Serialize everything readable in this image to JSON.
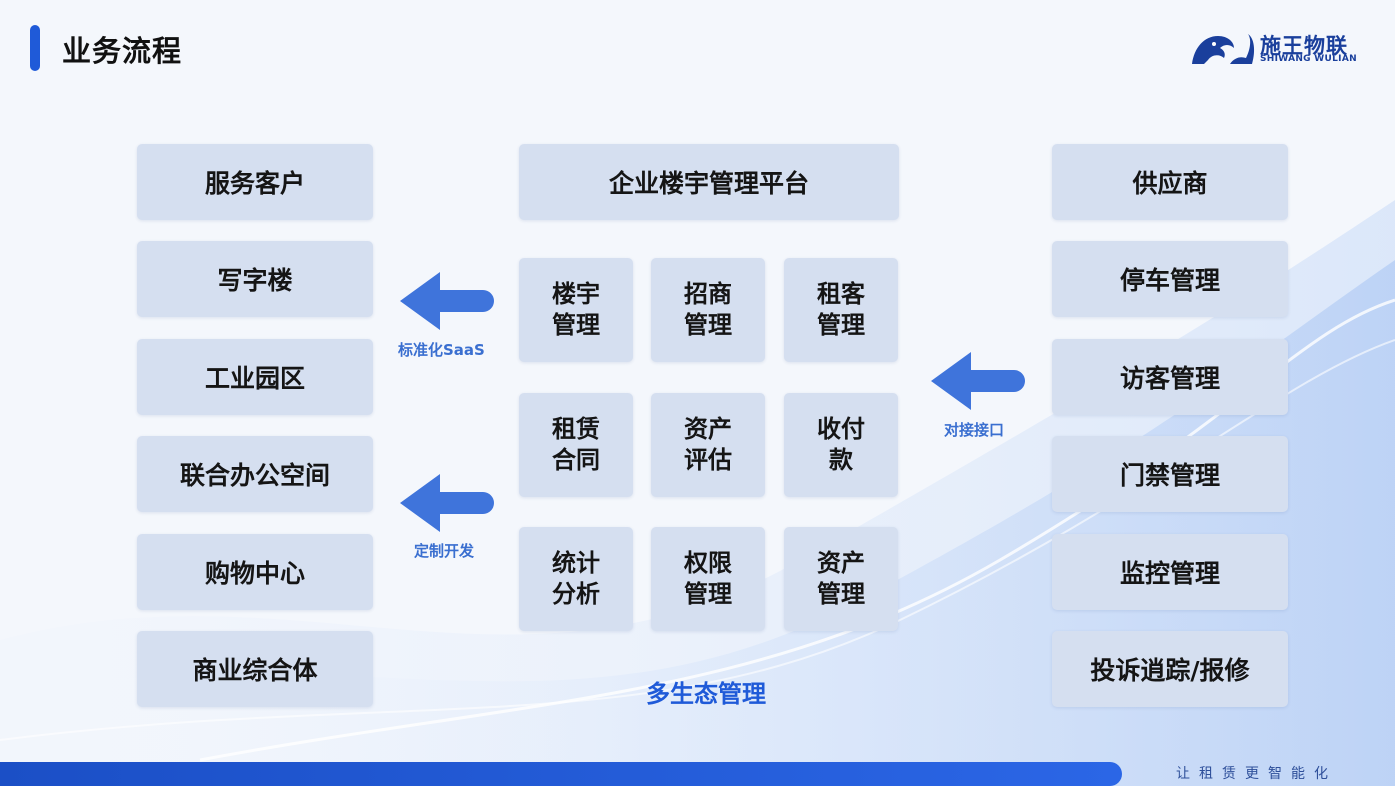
{
  "page_title": "业务流程",
  "logo": {
    "name": "施王物联",
    "sub": "SHIWANG WULIAN"
  },
  "left_column": [
    "服务客户",
    "写字楼",
    "工业园区",
    "联合办公空间",
    "购物中心",
    "商业综合体"
  ],
  "center": {
    "platform": "企业楼宇管理平台",
    "modules": [
      [
        "楼宇",
        "管理"
      ],
      [
        "招商",
        "管理"
      ],
      [
        "租客",
        "管理"
      ],
      [
        "租赁",
        "合同"
      ],
      [
        "资产",
        "评估"
      ],
      [
        "收付",
        "款"
      ],
      [
        "统计",
        "分析"
      ],
      [
        "权限",
        "管理"
      ],
      [
        "资产",
        "管理"
      ]
    ],
    "eco_label": "多生态管理"
  },
  "right_column": [
    "供应商",
    "停车管理",
    "访客管理",
    "门禁管理",
    "监控管理",
    "投诉逍踪/报修"
  ],
  "arrows": {
    "saas": "标准化SaaS",
    "custom": "定制开发",
    "interface": "对接接口"
  },
  "footer": {
    "slogan": "让租赁更智能化"
  },
  "colors": {
    "accent": "#1f5ad8",
    "box": "#d5dff0",
    "arrow": "#3f74db"
  }
}
